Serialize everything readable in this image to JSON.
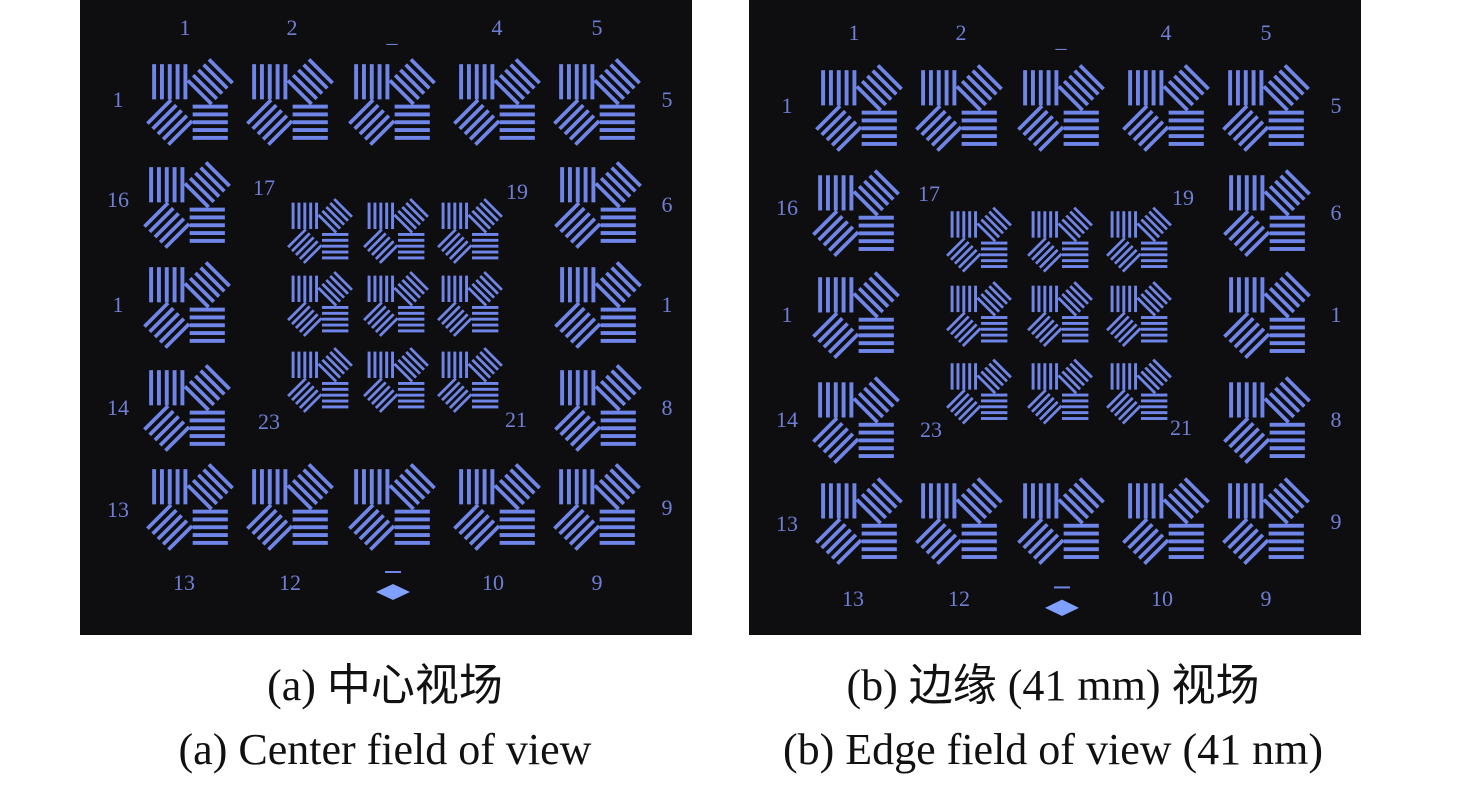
{
  "colors": {
    "background": "#0e0e10",
    "bars": "#6f86e8",
    "label": "#6f7fd6"
  },
  "panels": [
    {
      "id": "a",
      "top_labels": [
        "1",
        "2",
        "_",
        "4",
        "5"
      ],
      "left_labels": [
        "1",
        "16",
        "1",
        "14",
        "13"
      ],
      "right_labels": [
        "5",
        "6",
        "1",
        "8",
        "9"
      ],
      "bottom_labels": [
        "13",
        "12",
        "_",
        "10",
        "9"
      ],
      "inner_labels": [
        "17",
        "19",
        "23",
        "21"
      ],
      "caption_cn": "(a) 中心视场",
      "caption_en": "(a) Center field of view"
    },
    {
      "id": "b",
      "top_labels": [
        "1",
        "2",
        "_",
        "4",
        "5"
      ],
      "left_labels": [
        "1",
        "16",
        "1",
        "14",
        "13"
      ],
      "right_labels": [
        "5",
        "6",
        "1",
        "8",
        "9"
      ],
      "bottom_labels": [
        "13",
        "12",
        "_",
        "10",
        "9"
      ],
      "inner_labels": [
        "17",
        "19",
        "23",
        "21"
      ],
      "caption_cn": "(b) 边缘 (41 mm) 视场",
      "caption_en": "(b) Edge field of view (41 nm)"
    }
  ]
}
